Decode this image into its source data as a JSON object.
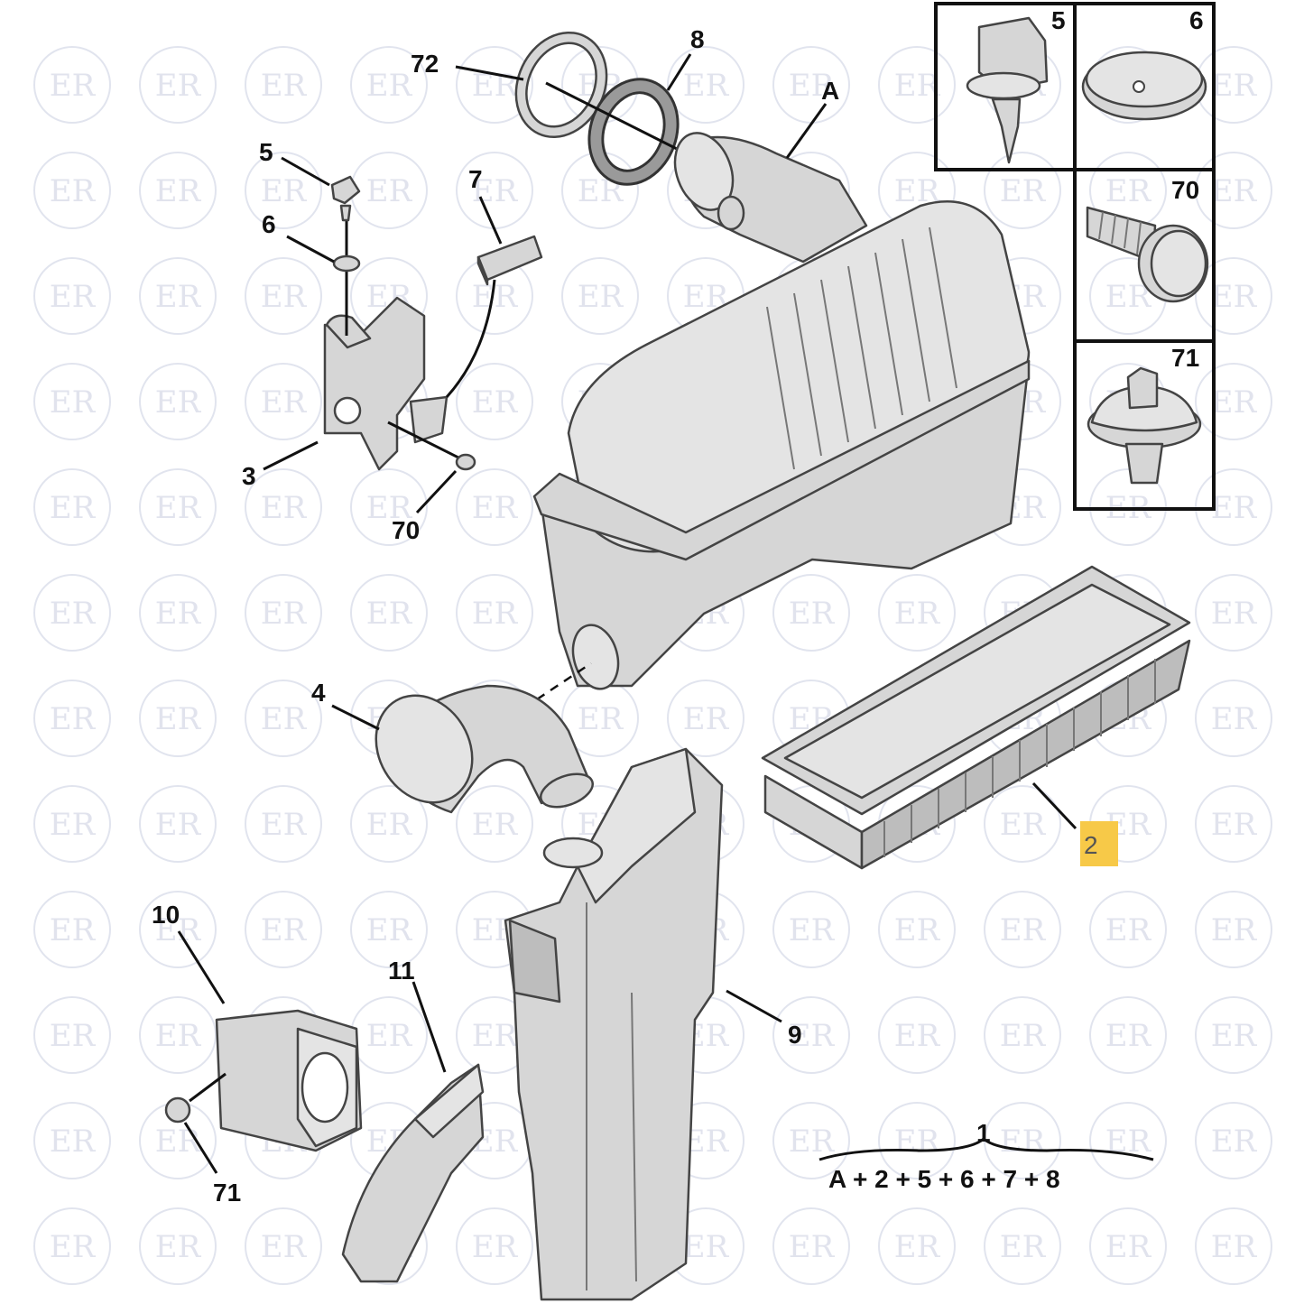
{
  "watermark": {
    "text": "ER"
  },
  "callouts": {
    "c72": "72",
    "c8": "8",
    "cA": "A",
    "c5": "5",
    "c6": "6",
    "c7": "7",
    "c3": "3",
    "c70": "70",
    "c4": "4",
    "c2": "2",
    "c10": "10",
    "c11": "11",
    "c9": "9",
    "c71": "71"
  },
  "insets": {
    "i5": "5",
    "i6": "6",
    "i70": "70",
    "i71": "71"
  },
  "kit": {
    "number": "1",
    "formula": "A + 2 + 5 + 6 + 7 + 8"
  },
  "colors": {
    "highlight": "#f7c948",
    "part_fill": "#d6d6d6",
    "outline": "#444444",
    "watermark": "#c9cde0"
  }
}
